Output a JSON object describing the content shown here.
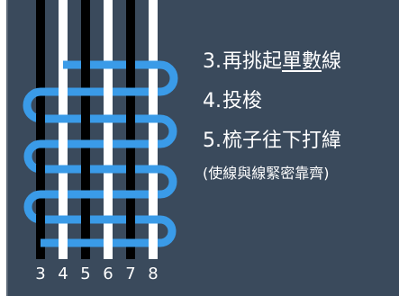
{
  "steps": [
    {
      "number": "3.",
      "text_before": "再挑起",
      "text_underlined": "單數",
      "text_after": "線"
    },
    {
      "number": "4.",
      "text": "投梭"
    },
    {
      "number": "5.",
      "text": "梳子往下打緯"
    }
  ],
  "note": "(使線與線緊密靠齊)",
  "threads": [
    {
      "label": "3",
      "color": "#000000"
    },
    {
      "label": "4",
      "color": "#ffffff"
    },
    {
      "label": "5",
      "color": "#000000"
    },
    {
      "label": "6",
      "color": "#ffffff"
    },
    {
      "label": "7",
      "color": "#000000"
    },
    {
      "label": "8",
      "color": "#ffffff"
    }
  ],
  "weft_color": "#3a9be8",
  "background_color": "#3a4a5c"
}
